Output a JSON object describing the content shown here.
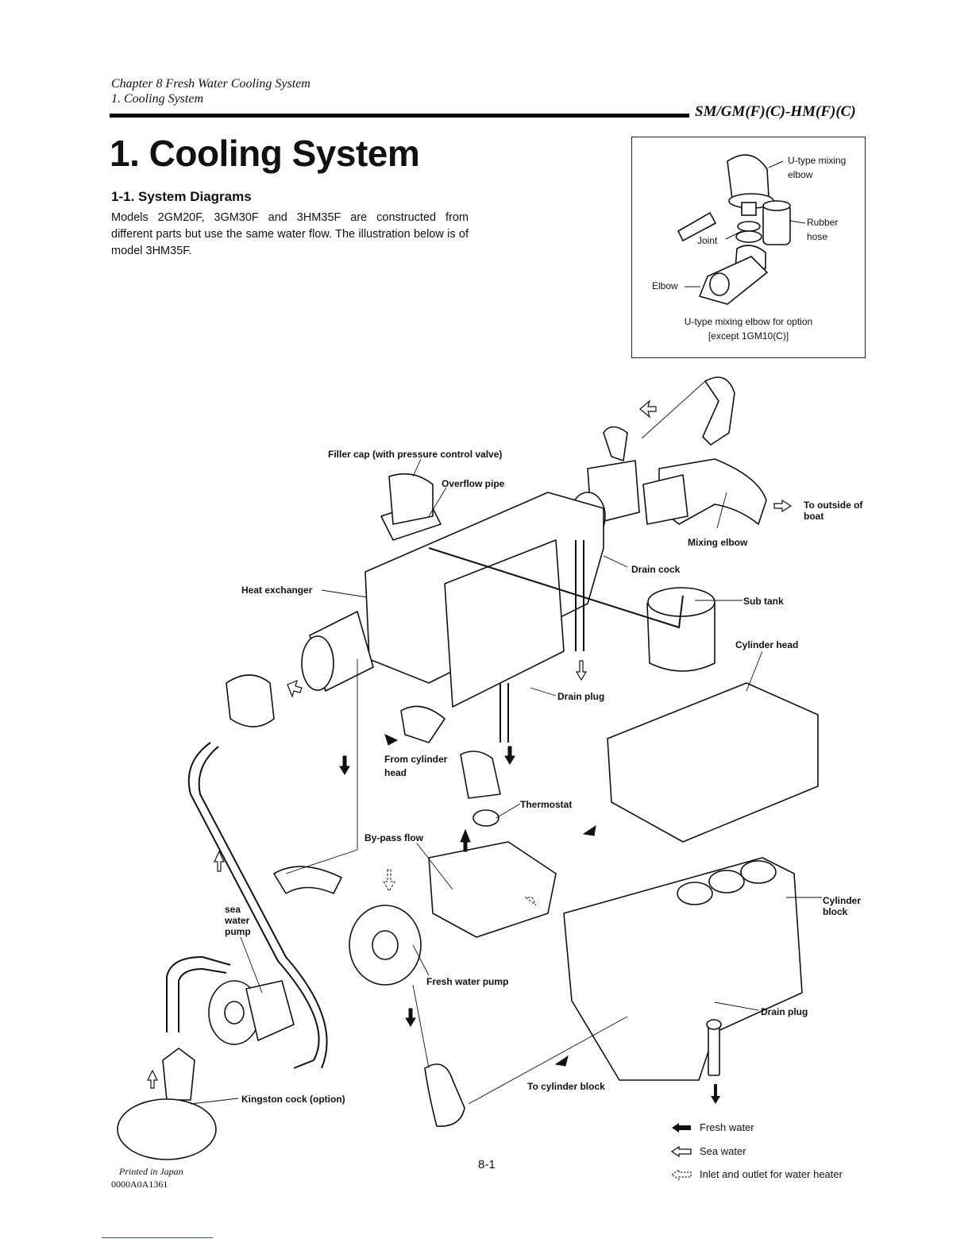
{
  "header": {
    "chapter": "Chapter 8 Fresh Water Cooling System",
    "section": "1. Cooling System",
    "models": "SM/GM(F)(C)-HM(F)(C)"
  },
  "title": "1. Cooling System",
  "subsection": {
    "title": "1-1. System Diagrams",
    "body": "Models 2GM20F, 3GM30F and 3HM35F are constructed from different parts but use the same water flow. The illustration below is of model 3HM35F."
  },
  "inset": {
    "labels": {
      "u_type": "U-type mixing elbow",
      "rubber_hose": "Rubber hose",
      "joint": "Joint",
      "elbow": "Elbow"
    },
    "caption_line1": "U-type mixing elbow for option",
    "caption_line2": "[except 1GM10(C)]"
  },
  "diagram_labels": {
    "filler_cap": "Filler cap (with pressure control valve)",
    "overflow_pipe": "Overflow pipe",
    "to_outside": "To outside of boat",
    "mixing_elbow": "Mixing elbow",
    "drain_cock": "Drain cock",
    "heat_exchanger": "Heat exchanger",
    "sub_tank": "Sub tank",
    "cylinder_head": "Cylinder head",
    "drain_plug_top": "Drain plug",
    "from_cylinder_head": "From cylinder head",
    "thermostat": "Thermostat",
    "bypass_flow": "By-pass flow",
    "cylinder_block": "Cylinder block",
    "sea_water_pump": "sea water pump",
    "fresh_water_pump": "Fresh water pump",
    "drain_plug_bottom": "Drain plug",
    "to_cylinder_block": "To cylinder block",
    "kingston_cock": "Kingston cock (option)"
  },
  "legend": [
    {
      "icon": "fresh-water-arrow-icon",
      "label": "Fresh water"
    },
    {
      "icon": "sea-water-arrow-icon",
      "label": "Sea water"
    },
    {
      "icon": "heater-arrow-icon",
      "label": "Inlet and outlet for water heater"
    }
  ],
  "page_number": "8-1",
  "footer": {
    "printed": "Printed in Japan",
    "code": "0000A0A1361"
  }
}
